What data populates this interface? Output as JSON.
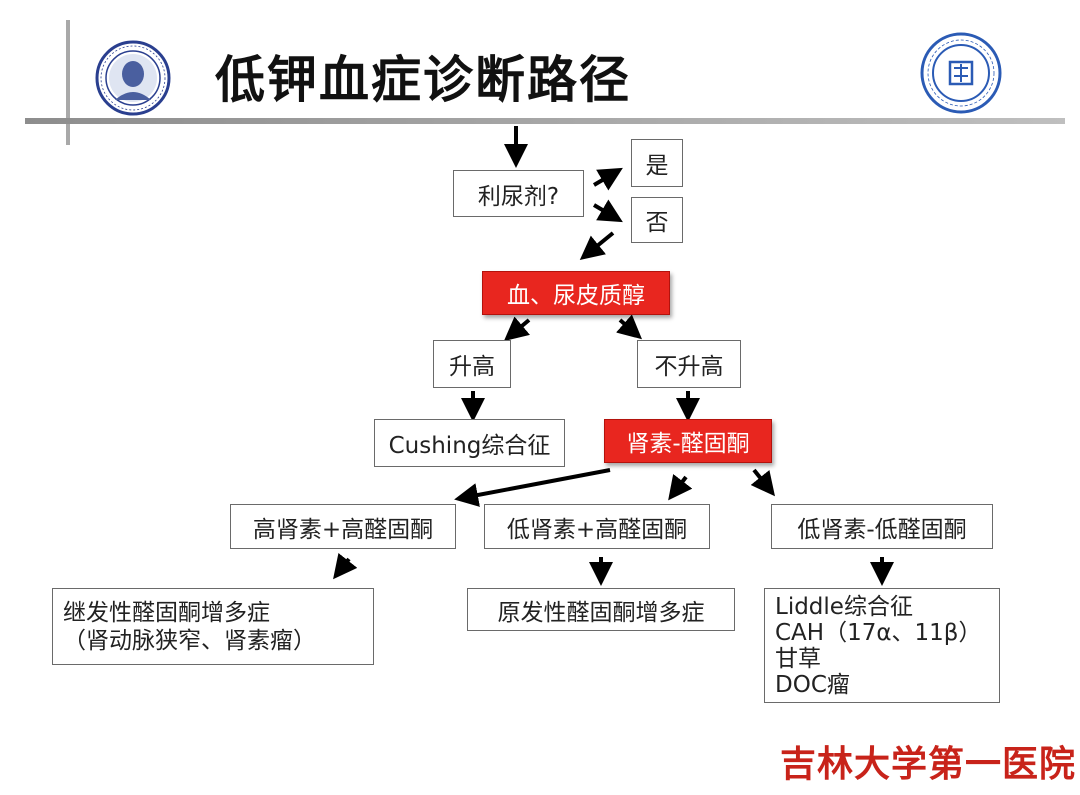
{
  "title": "低钾血症诊断路径",
  "nodes": {
    "diuretic": "利尿剂?",
    "yes": "是",
    "no": "否",
    "cortisol": "血、尿皮质醇",
    "elevated": "升高",
    "not_elevated": "不升高",
    "cushing": "Cushing综合征",
    "renin_aldo": "肾素-醛固酮",
    "high_high": "高肾素+高醛固酮",
    "low_high": "低肾素+高醛固酮",
    "low_low": "低肾素-低醛固酮",
    "secondary_line1": "继发性醛固酮增多症",
    "secondary_line2": "（肾动脉狭窄、肾素瘤）",
    "primary": "原发性醛固酮增多症",
    "liddle_line1": "Liddle综合征",
    "liddle_line2": "CAH（17α、11β）",
    "liddle_line3": "甘草",
    "liddle_line4": "DOC瘤"
  },
  "footer": "吉林大学第一医院",
  "colors": {
    "highlight": "#e8261f",
    "footer": "#c8231a"
  }
}
